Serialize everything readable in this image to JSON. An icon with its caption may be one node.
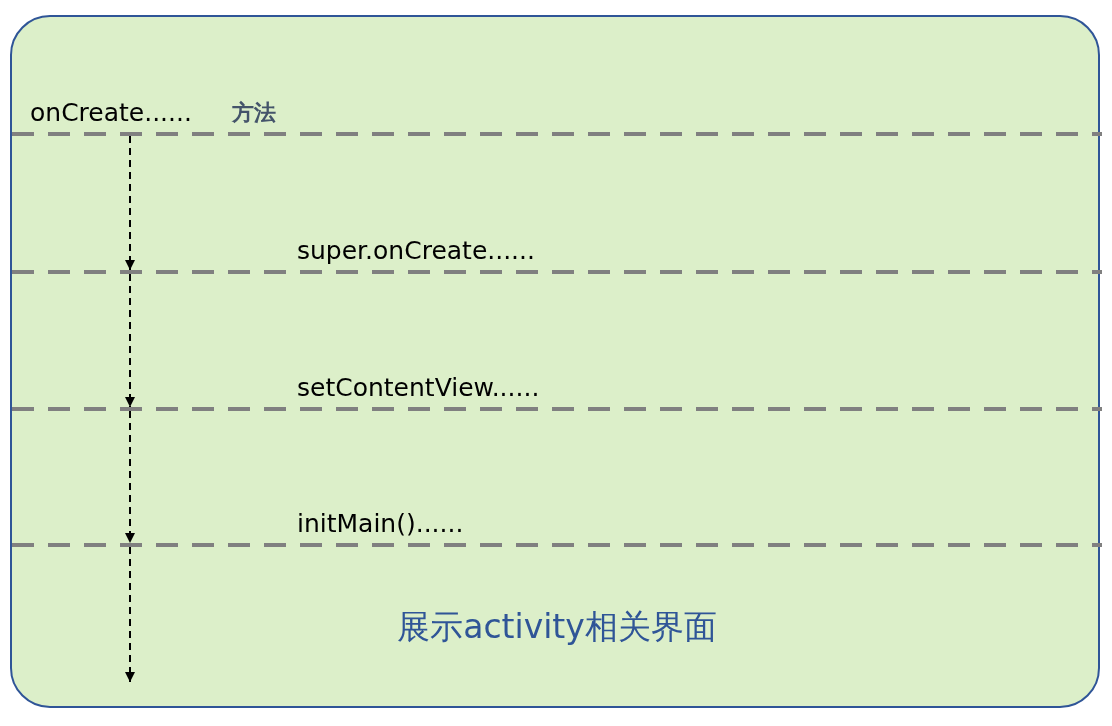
{
  "diagram": {
    "nodes": [
      {
        "text": [],
        "shape": "box"
      },
      {
        "text": [],
        "shape": "bar",
        "in": 0,
        "beside": [
          "onCreate......",
          "方法"
        ]
      },
      {
        "text": [],
        "shape": "bar",
        "in": 0,
        "beside": [
          "super.onCreate......"
        ]
      },
      {
        "text": [],
        "shape": "bar",
        "in": 0,
        "beside": [
          "setContentView......"
        ]
      },
      {
        "text": [],
        "shape": "bar",
        "in": 0,
        "beside": [
          "initMain()......"
        ]
      }
    ],
    "edges": [
      {
        "from": 1,
        "to": 2,
        "arrow": "to",
        "style": "dashed"
      },
      {
        "from": 2,
        "to": 3,
        "arrow": "to",
        "style": "dashed"
      },
      {
        "from": 3,
        "to": 4,
        "arrow": "to",
        "style": "dashed"
      },
      {
        "from": 4,
        "to": null,
        "arrow": "to",
        "style": "dashed"
      }
    ],
    "labels": [
      "展示activity相关界面"
    ]
  }
}
